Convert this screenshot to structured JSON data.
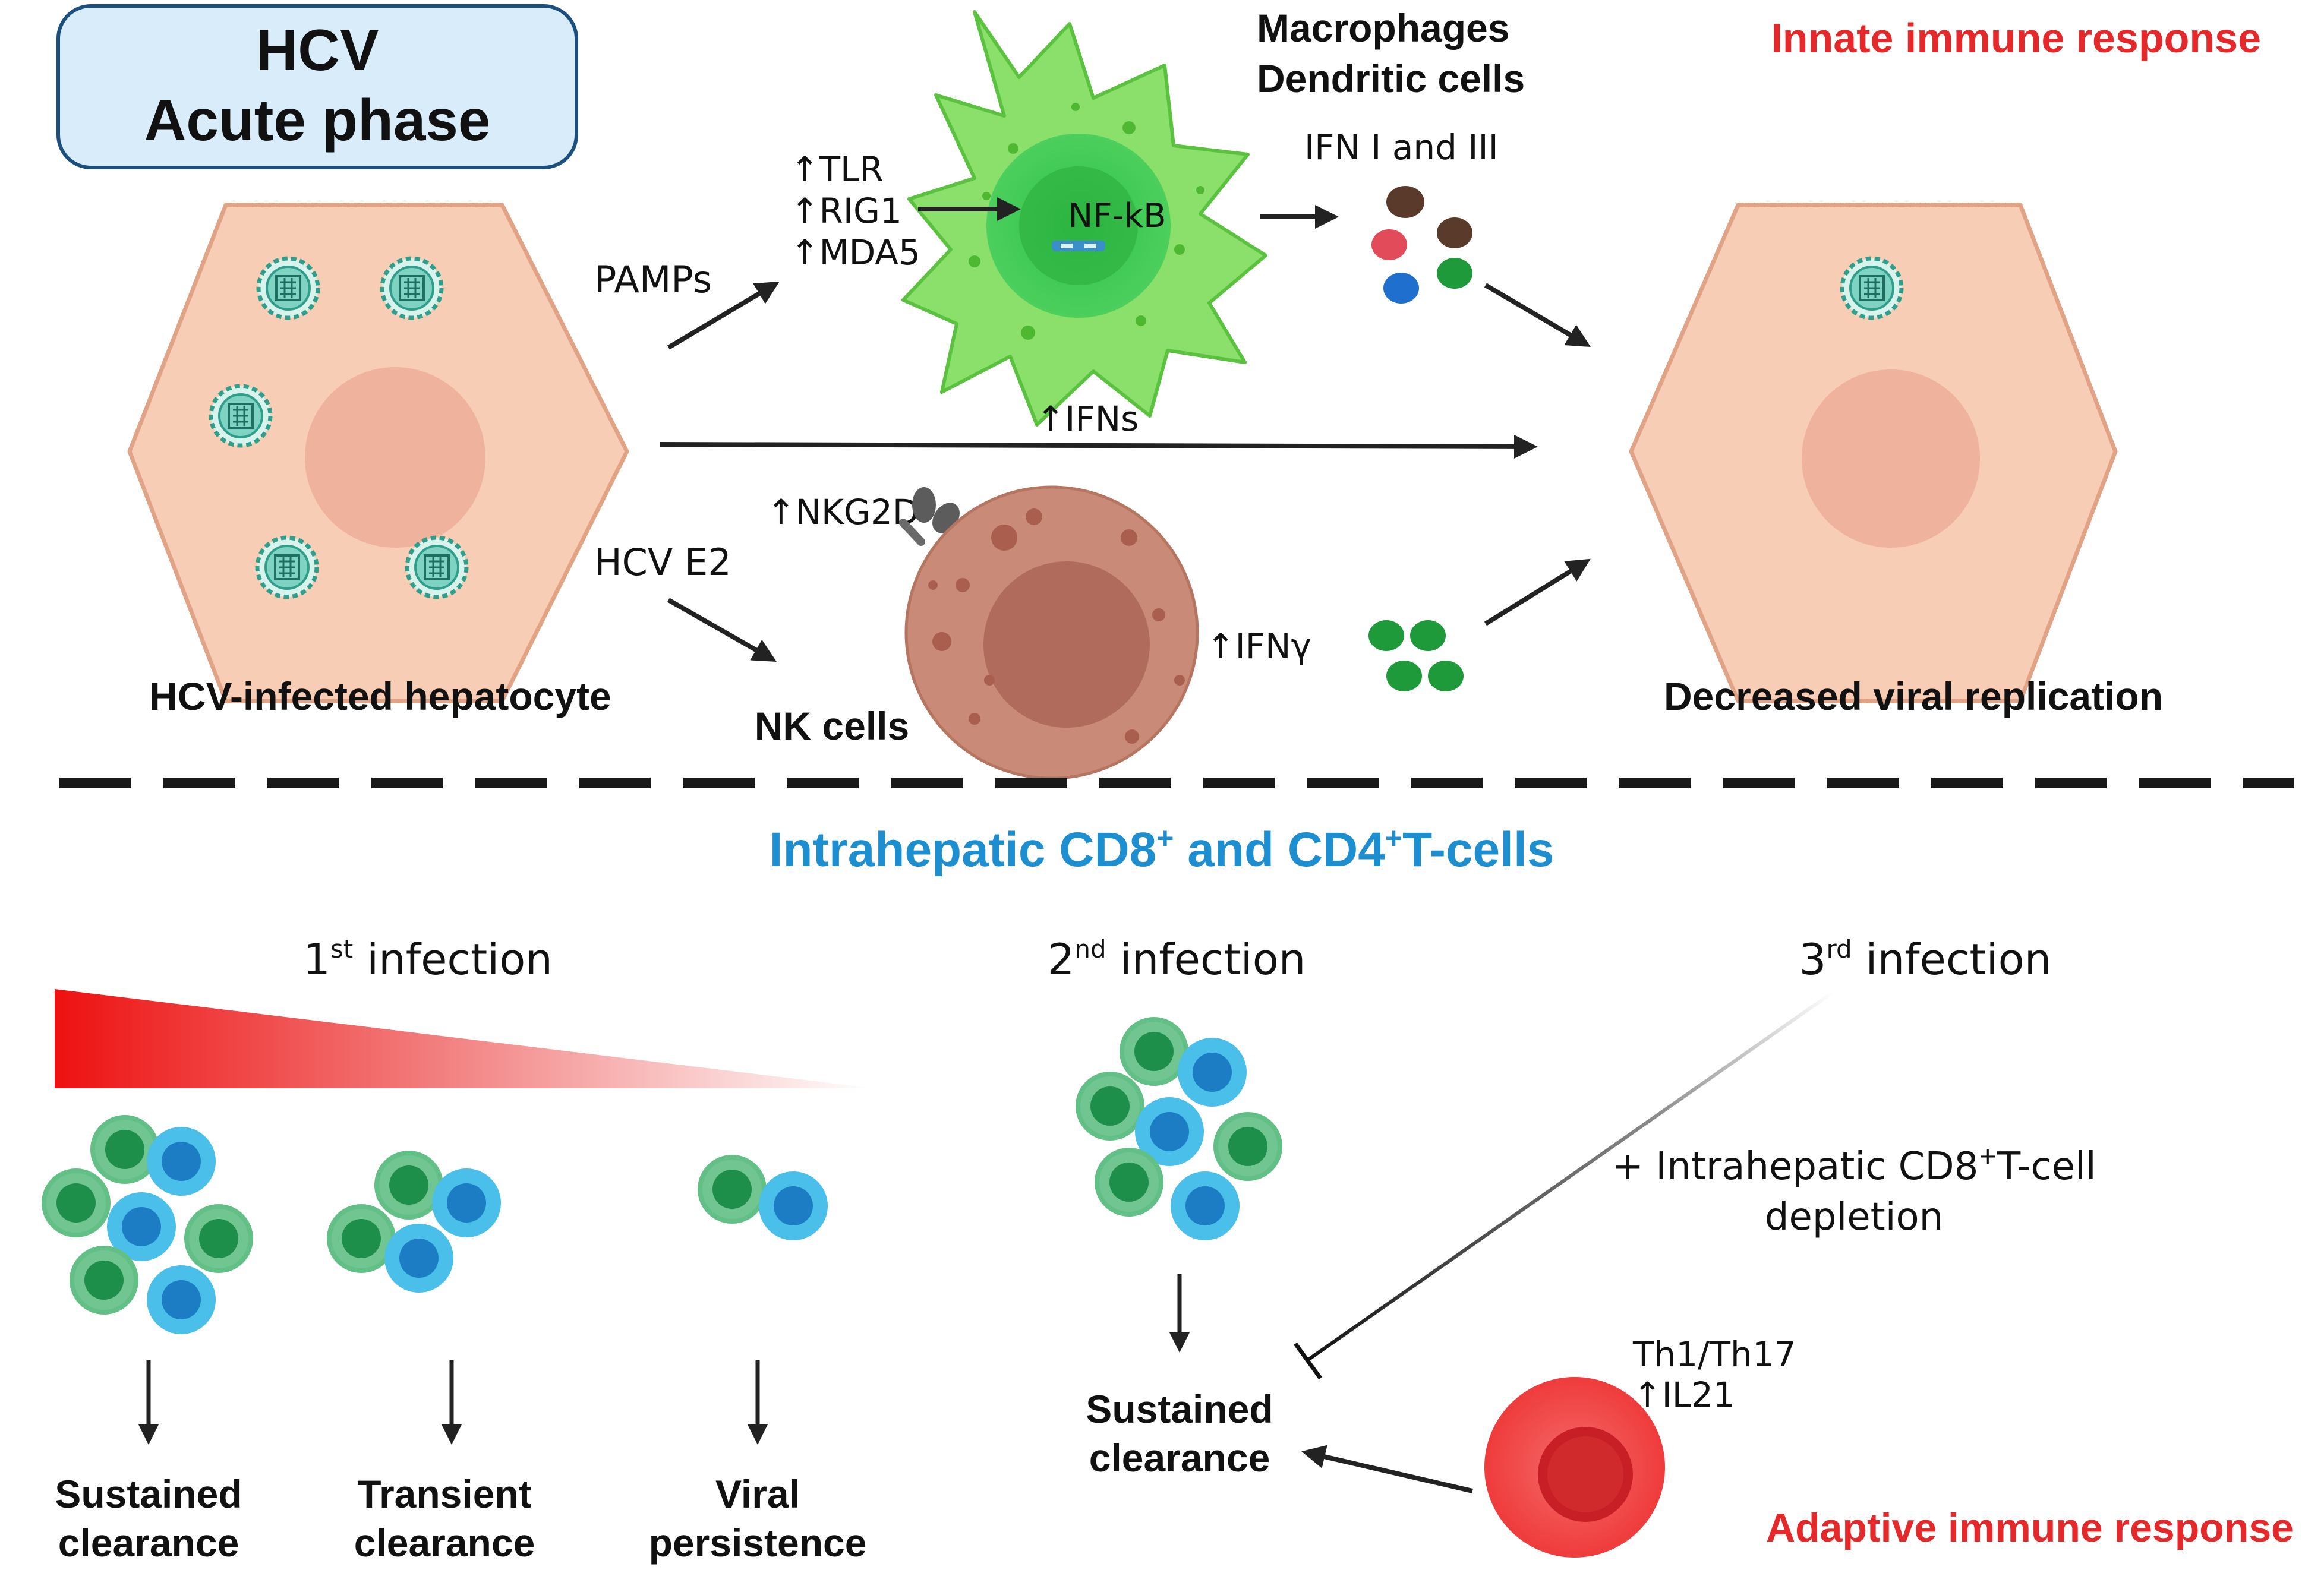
{
  "header": {
    "line1": "HCV",
    "line2": "Acute phase"
  },
  "innate_title": "Innate immune response",
  "adaptive_title": "Adaptive immune response",
  "macrophages": {
    "line1": "Macrophages",
    "line2": "Dendritic   cells",
    "nucleus_label": "NF-kB"
  },
  "receptors": [
    "↑TLR",
    "↑RIG1",
    "↑MDA5"
  ],
  "pamps": "PAMPs",
  "ifn_i_iii": "IFN I and III",
  "ifns": "↑IFNs",
  "nkg2d": "↑NKG2D",
  "hcv_e2": "HCV E2",
  "ifn_gamma": "↑IFNγ",
  "hepatocyte_label": "HCV-infected hepatocyte",
  "nk_label": "NK cells",
  "decreased_label": "Decreased viral replication",
  "tcell_title": {
    "main": "Intrahepatic CD8",
    "sup1": "+",
    "mid": " and CD4",
    "sup2": "+",
    "tail": "T-cells"
  },
  "infections": {
    "first": {
      "num": "1",
      "sup": "st",
      "text": " infection"
    },
    "second": {
      "num": "2",
      "sup": "nd",
      "text": " infection"
    },
    "third": {
      "num": "3",
      "sup": "rd",
      "text": " infection"
    }
  },
  "outcomes": {
    "sustained": [
      "Sustained",
      "clearance"
    ],
    "transient": [
      "Transient",
      "clearance"
    ],
    "persistence": [
      "Viral",
      "persistence"
    ],
    "sustained2": [
      "Sustained",
      "clearance"
    ]
  },
  "depletion": {
    "line1a": "+ Intrahepatic CD8",
    "line1sup": "+",
    "line1b": "T-cell",
    "line2": "depletion"
  },
  "th": {
    "line1": "Th1/Th17",
    "line2": "↑IL21"
  },
  "colors": {
    "innate_red": "#e5292b",
    "adaptive_red": "#e5292b",
    "blue_title": "#1d8fd1",
    "hepatocyte_fill": "#f8cdb5",
    "hepatocyte_stroke": "#e1a386",
    "macrophage_green": "#8ae06a",
    "cd8_green": "#3aa56a",
    "cd4_blue": "#34aee0",
    "nk_brown": "#c98b78",
    "header_box": "#d9ecf9"
  }
}
